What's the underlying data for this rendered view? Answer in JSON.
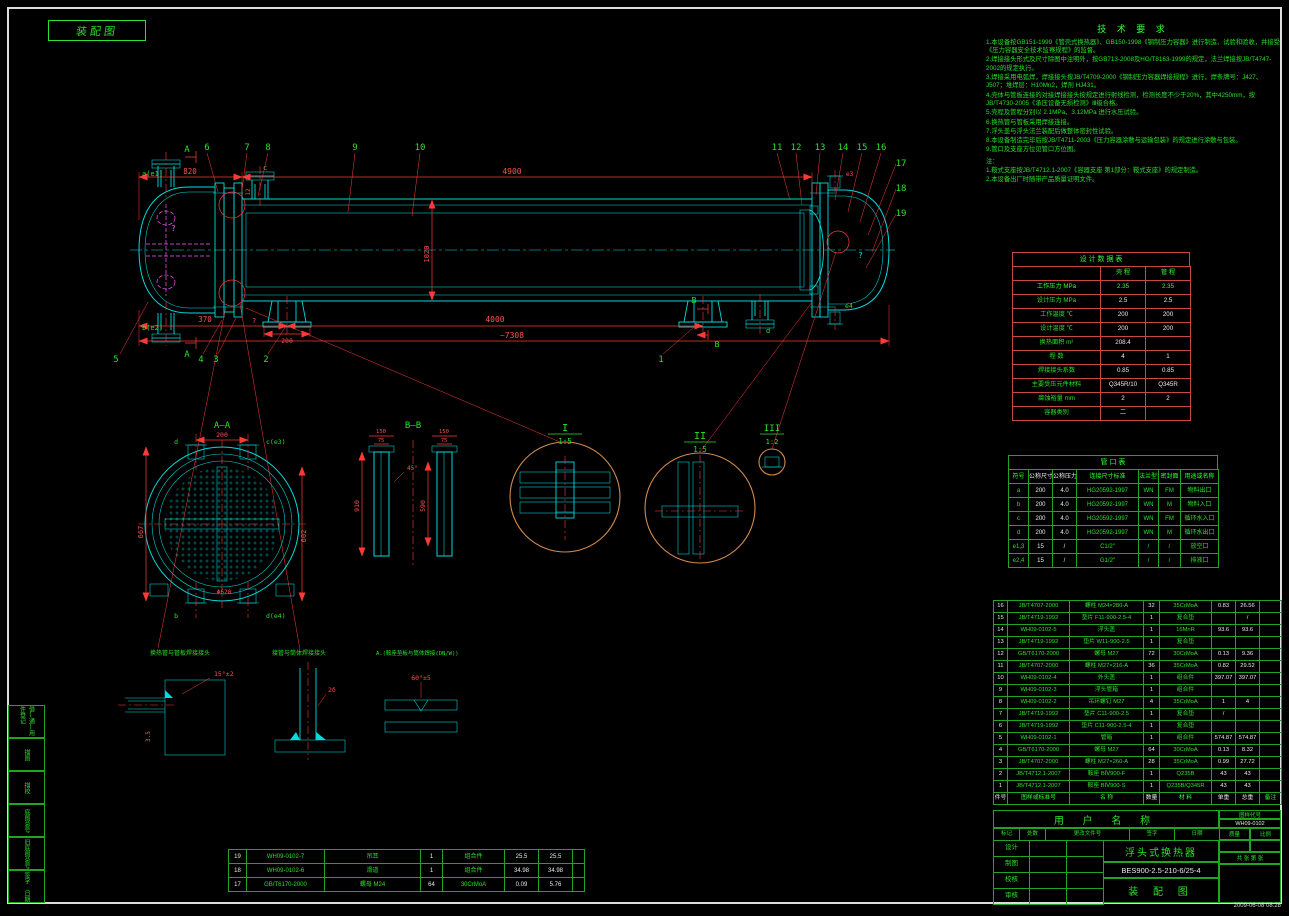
{
  "stamp": {
    "label": "装配图"
  },
  "plot_stamp": "2009-06-08 08:28",
  "tech_req": {
    "title": "技 术 要 求",
    "lines": [
      "1.本设备按GB151-1999《管壳式换热器》、GB150-1998《钢制压力容器》进行制造、试验和验收，并接受《压力容器安全技术监察规程》的监督。",
      "2.焊接接头形式及尺寸除图中注明外，按GB713-2008及HG/T8163-1999的规定，法兰焊接按JB/T4747-2002的规定执行。",
      "3.焊接采用电弧焊，焊接接头按JB/T4709-2000《钢制压力容器焊接规程》进行，焊条牌号：J427、J507；堆焊层：H10Mn2，焊剂 HJ431。",
      "4.壳体与管板连接的对接焊接接头按规定进行射线检测，检测长度不少于20%，其中4250mm，按JB/T4730-2005《承压设备无损检测》Ⅲ级合格。",
      "5.壳程及管程分别以 2.1MPa、3.12MPa 进行水压试验。",
      "6.换热管与管板采用焊接连接。",
      "7.浮头盖与浮头法兰装配后做整体密封性试验。",
      "8.本设备制造完毕后按JB/T4711-2003《压力容器涂敷与运输包装》的规定进行涂敷与包装。",
      "9.管口及支座方位见管口方位图。"
    ],
    "note_title": "注：",
    "notes": [
      "1.鞍式支座按JB/T4712.1-2007《容器支座 第1部分：鞍式支座》的规定制造。",
      "2.本设备出厂时随带产品质量证明文件。"
    ]
  },
  "param_table": {
    "title": "设 计 数 据 表",
    "col_headers": [
      "",
      "壳 程",
      "管 程"
    ],
    "rows": [
      [
        "工作压力 MPa",
        "2.35",
        "2.35"
      ],
      [
        "设计压力 MPa",
        "2.5",
        "2.5"
      ],
      [
        "工作温度 ℃",
        "200",
        "200"
      ],
      [
        "设计温度 ℃",
        "200",
        "200"
      ],
      [
        "换热面积 m²",
        "208.4",
        ""
      ],
      [
        "程 数",
        "4",
        "1"
      ],
      [
        "焊接接头系数",
        "0.85",
        "0.85"
      ],
      [
        "主要受压元件材料",
        "Q345R/10",
        "Q345R"
      ],
      [
        "腐蚀裕量 mm",
        "2",
        "2"
      ],
      [
        "容器类别",
        "二",
        ""
      ]
    ]
  },
  "nozzle_table": {
    "title": "管  口  表",
    "headers": [
      "符号",
      "公称尺寸",
      "公称压力",
      "连接尺寸标准",
      "法兰型式",
      "密封面",
      "用途或名称"
    ],
    "rows": [
      [
        "a",
        "200",
        "4.0",
        "HG20592-1997",
        "WN",
        "FM",
        "物料出口"
      ],
      [
        "b",
        "200",
        "4.0",
        "HG20592-1997",
        "WN",
        "M",
        "物料入口"
      ],
      [
        "c",
        "200",
        "4.0",
        "HG20592-1997",
        "WN",
        "FM",
        "循环水入口"
      ],
      [
        "d",
        "200",
        "4.0",
        "HG20592-1997",
        "WN",
        "M",
        "循环水出口"
      ],
      [
        "e1,3",
        "15",
        "/",
        "C1/2\"",
        "/",
        "/",
        "放空口"
      ],
      [
        "e2,4",
        "15",
        "/",
        "G1/2\"",
        "/",
        "/",
        "排液口"
      ]
    ]
  },
  "bom": {
    "headers": [
      "件号",
      "图样或标准号",
      "名  称",
      "数量",
      "材  料",
      "单重",
      "总重",
      "备注"
    ],
    "rows": [
      [
        "16",
        "JB/T4707-2000",
        "螺柱 M24×280-A",
        "32",
        "35CrMoA",
        "0.83",
        "26.56",
        ""
      ],
      [
        "15",
        "JB/T4719-1992",
        "垫片 F11-900-2.5-4",
        "1",
        "复合垫",
        "",
        "/",
        ""
      ],
      [
        "14",
        "WH09-0102-5",
        "浮头盖",
        "1",
        "16MnR",
        "93.6",
        "93.6",
        ""
      ],
      [
        "13",
        "JB/T4719-1992",
        "垫片 W11-900-2.5",
        "1",
        "复合垫",
        "",
        "",
        ""
      ],
      [
        "12",
        "GB/T6170-2000",
        "螺母 M27",
        "72",
        "30CrMoA",
        "0.13",
        "9.36",
        ""
      ],
      [
        "11",
        "JB/T4707-2000",
        "螺柱 M27×216-A",
        "36",
        "35CrMoA",
        "0.82",
        "29.52",
        ""
      ],
      [
        "10",
        "WH09-0102-4",
        "外头盖",
        "1",
        "组合件",
        "397.07",
        "397.07",
        ""
      ],
      [
        "9",
        "WH09-0102-3",
        "浮头管箱",
        "1",
        "组合件",
        "",
        "",
        ""
      ],
      [
        "8",
        "WH09-0102-2",
        "吊环螺钉 M27",
        "4",
        "35CrMoA",
        "1",
        "4",
        ""
      ],
      [
        "7",
        "JB/T4719-1992",
        "垫片 C11-900-2.5",
        "1",
        "复合垫",
        "/",
        "",
        ""
      ],
      [
        "6",
        "JB/T4719-1992",
        "垫片 C11-900-2.5-4",
        "1",
        "复合垫",
        "",
        "",
        ""
      ],
      [
        "5",
        "WH09-0102-1",
        "管箱",
        "1",
        "组合件",
        "574.87",
        "574.87",
        ""
      ],
      [
        "4",
        "GB/T6170-2000",
        "螺母 M27",
        "64",
        "30CrMoA",
        "0.13",
        "8.32",
        ""
      ],
      [
        "3",
        "JB/T4707-2000",
        "螺柱 M27×260-A",
        "28",
        "35CrMoA",
        "0.99",
        "27.72",
        ""
      ],
      [
        "2",
        "JB/T4712.1-2007",
        "鞍座 BⅣ900-F",
        "1",
        "Q235B",
        "43",
        "43",
        ""
      ],
      [
        "1",
        "JB/T4712.1-2007",
        "鞍座 BⅣ900-S",
        "1",
        "Q235B/Q345R",
        "43",
        "43",
        ""
      ]
    ]
  },
  "bom_left": {
    "rows": [
      [
        "19",
        "WH09-0102-7",
        "吊耳",
        "1",
        "组合件",
        "25.5",
        "25.5",
        ""
      ],
      [
        "18",
        "WH09-0102-6",
        "滑道",
        "1",
        "组合件",
        "34.98",
        "34.98",
        ""
      ],
      [
        "17",
        "GB/T6170-2000",
        "螺母 M24",
        "64",
        "30CrMoA",
        "0.09",
        "5.76",
        ""
      ]
    ]
  },
  "title_block": {
    "customer_label": "用 户 名 称",
    "rev_headers": [
      "标记",
      "处数",
      "更改文件号",
      "签字",
      "日期"
    ],
    "sig_rows": [
      [
        "设计",
        "",
        ""
      ],
      [
        "制图",
        "",
        ""
      ],
      [
        "校核",
        "",
        ""
      ],
      [
        "审核",
        "",
        ""
      ]
    ],
    "product_name": "浮头式换热器",
    "model": "BES900-2.5-210-6/25-4",
    "doc_type": "装 配 图",
    "code_label": "图样代号",
    "code_value": "WH09-0102",
    "mass_label": "质量",
    "mass_value": "",
    "scale_label": "比例",
    "scale_value": "",
    "sheet_label": "共 张 第 张"
  },
  "margin": {
    "cells": [
      "借(通)用件登记",
      "描图",
      "描校",
      "底图总号",
      "旧底图总号",
      "签字 日期"
    ]
  },
  "dwg": {
    "sec_label_a": "A",
    "sec_label_b": "B",
    "balloons": {
      "b1": "1",
      "b2": "2",
      "b3": "3",
      "b4": "4",
      "b5": "5",
      "b6": "6",
      "b7": "7",
      "b8": "8",
      "b9": "9",
      "b10": "10",
      "b11": "11",
      "b12": "12",
      "b13": "13",
      "b14": "14",
      "b15": "15",
      "b16": "16",
      "b17": "17",
      "b18": "18",
      "b19": "19"
    },
    "dim_4900": "4900",
    "dim_820": "820",
    "dim_12": "12",
    "dim_1020": "1020",
    "dim_4000": "4000",
    "dim_7308": "~7308",
    "dim_370": "370",
    "dim_200": "200",
    "lbl_a": "a(e1)",
    "lbl_b": "b(e2)",
    "lbl_c": "c",
    "lbl_d": "d",
    "lbl_e3": "e3",
    "lbl_e4": "e4",
    "q1": "?",
    "q2": "?",
    "q3": "?",
    "view_aa": "A—A",
    "aa_dim_200": "200",
    "aa_dim_667": "667",
    "aa_dim_602": "602",
    "aa_phi": "Φ620",
    "aa_lbl_d": "d",
    "aa_lbl_ce3": "c(e3)",
    "aa_lbl_b": "b",
    "aa_lbl_de4": "d(e4)",
    "view_bb": "B—B",
    "bb_150a": "150",
    "bb_75a": "75",
    "bb_150b": "150",
    "bb_75b": "75",
    "bb_910": "910",
    "bb_590": "590",
    "bb_45": "45°",
    "det1": "I",
    "det1_scale": "1:5",
    "det2": "II",
    "det2_scale": "1:5",
    "det3": "III",
    "det3_scale": "1:2",
    "w1_cap": "换热管与管板焊接接头",
    "w1_d1": "15°±2",
    "w1_d2": "3.5",
    "w2_cap": "接管与筒体焊接接头",
    "w2_d1": "2δ",
    "w3_cap": "A.(鞍座垫板与筒体焊接(DN/W))",
    "w3_d1": "60°±5"
  }
}
